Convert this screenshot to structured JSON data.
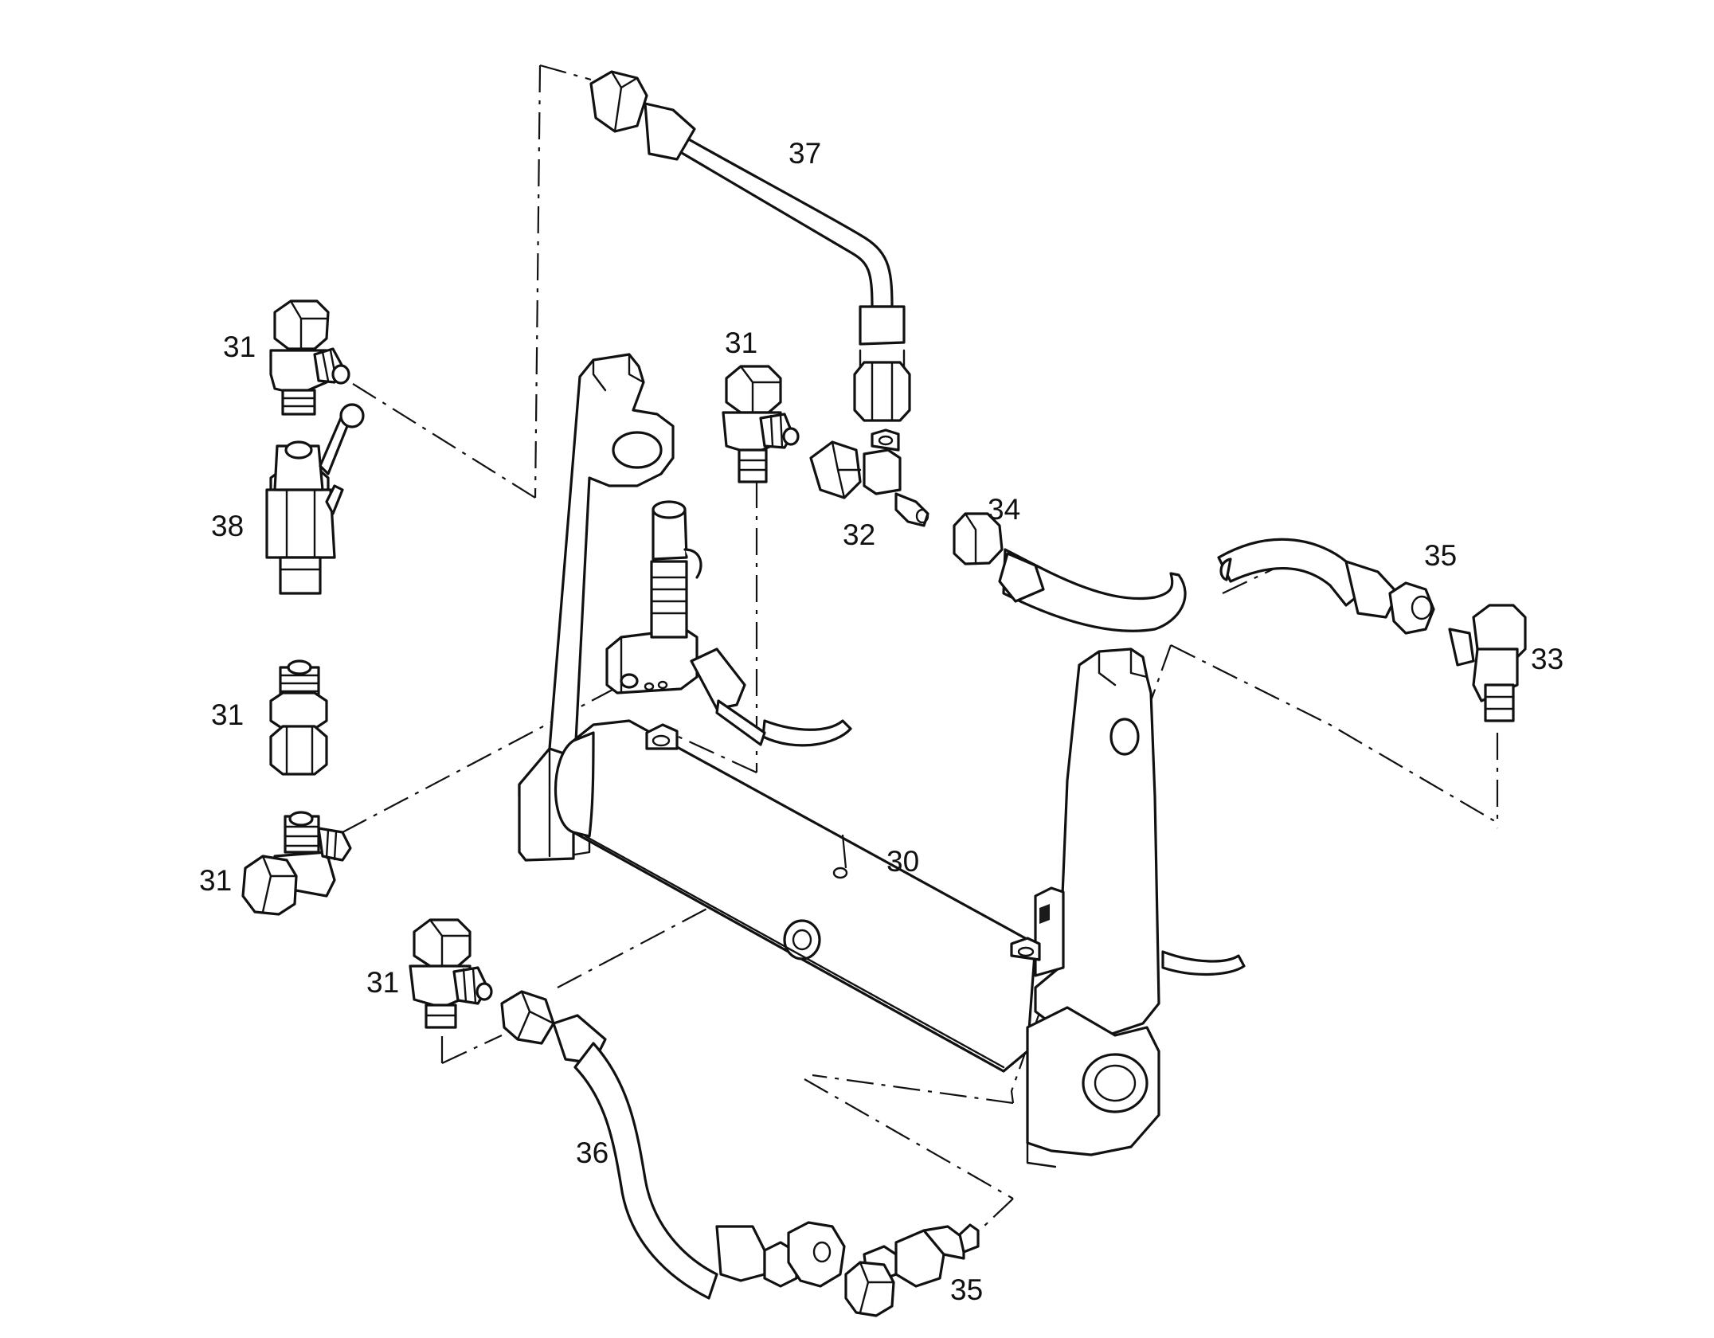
{
  "callouts": [
    {
      "id": "c30",
      "label": "30"
    },
    {
      "id": "c31a",
      "label": "31"
    },
    {
      "id": "c31b",
      "label": "31"
    },
    {
      "id": "c31c",
      "label": "31"
    },
    {
      "id": "c31d",
      "label": "31"
    },
    {
      "id": "c31e",
      "label": "31"
    },
    {
      "id": "c32",
      "label": "32"
    },
    {
      "id": "c33",
      "label": "33"
    },
    {
      "id": "c34",
      "label": "34"
    },
    {
      "id": "c35a",
      "label": "35"
    },
    {
      "id": "c35b",
      "label": "35"
    },
    {
      "id": "c36",
      "label": "36"
    },
    {
      "id": "c37",
      "label": "37"
    },
    {
      "id": "c38",
      "label": "38"
    }
  ]
}
